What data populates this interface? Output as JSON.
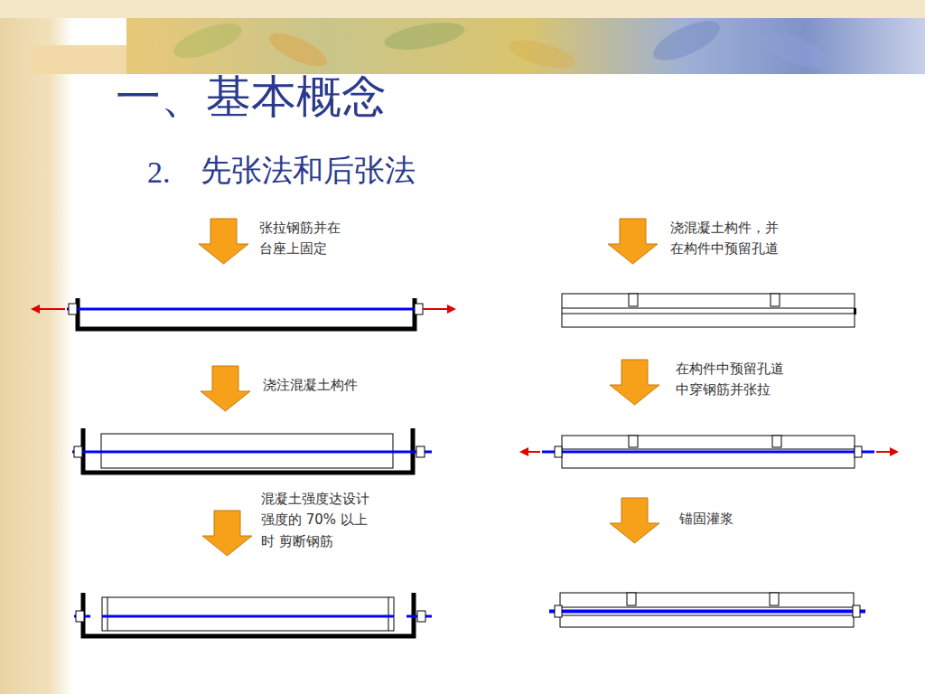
{
  "diagram": {
    "title": "一、基本概念",
    "labels": [
      "2.",
      "先张法和后张法",
      "张拉钢筋并在 台座上固定",
      "浇注混凝土构件",
      "混凝土强度达设计 强度的 70% 以上时 剪断钢筋",
      "浇混凝土构件，并 在构件中预留孔道",
      "在构件中预留孔道 中穿钢筋并张拉",
      "锚固灌浆"
    ]
  }
}
